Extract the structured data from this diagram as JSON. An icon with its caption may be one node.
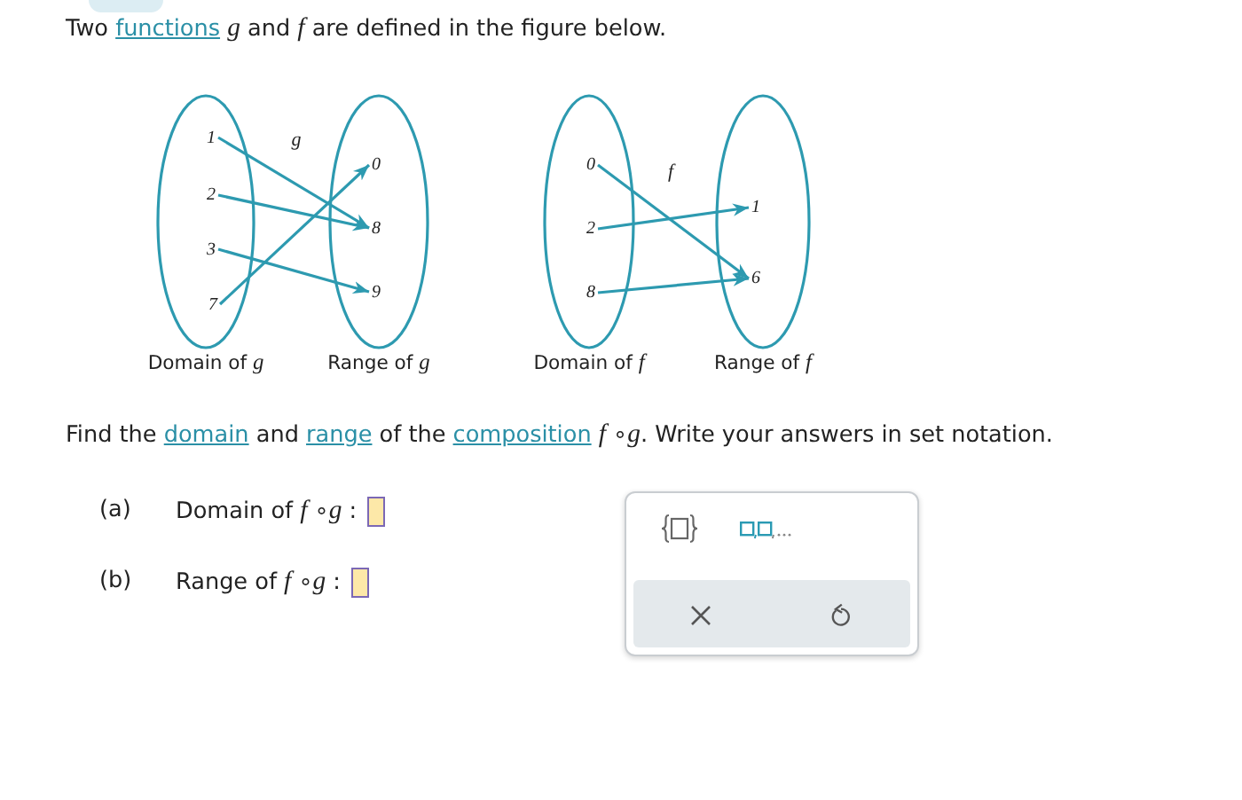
{
  "diagram": {
    "nodes": [
      {
        "text": [
          "Domain of *g*"
        ]
      },
      {
        "text": [
          "1"
        ],
        "in": 0
      },
      {
        "text": [
          "2"
        ],
        "in": 0
      },
      {
        "text": [
          "3"
        ],
        "in": 0
      },
      {
        "text": [
          "7"
        ],
        "in": 0
      },
      {
        "text": [
          "Range of *g*"
        ]
      },
      {
        "text": [
          "0"
        ],
        "in": 5
      },
      {
        "text": [
          "8"
        ],
        "in": 5
      },
      {
        "text": [
          "9"
        ],
        "in": 5
      },
      {
        "text": [
          "Domain of *f*"
        ]
      },
      {
        "text": [
          "0"
        ],
        "in": 9
      },
      {
        "text": [
          "2"
        ],
        "in": 9
      },
      {
        "text": [
          "8"
        ],
        "in": 9
      },
      {
        "text": [
          "Range of *f*"
        ]
      },
      {
        "text": [
          "1"
        ],
        "in": 13
      },
      {
        "text": [
          "6"
        ],
        "in": 13
      }
    ],
    "edges": [
      {
        "from": 1,
        "to": 7,
        "arrow": "to"
      },
      {
        "from": 2,
        "to": 7,
        "arrow": "to"
      },
      {
        "from": 3,
        "to": 8,
        "arrow": "to"
      },
      {
        "from": 4,
        "to": 6,
        "arrow": "to"
      },
      {
        "from": 10,
        "to": 15,
        "arrow": "to"
      },
      {
        "from": 11,
        "to": 14,
        "arrow": "to"
      },
      {
        "from": 12,
        "to": 15,
        "arrow": "to"
      }
    ],
    "labels": [
      "Two functions *g* and *f* are defined in the figure below.",
      "g",
      "f",
      "Find the domain and range of the composition *f* ∘*g*. Write your answers in set notation.",
      "(a)",
      "Domain of *f* ∘*g* :",
      "(b)",
      "Range of *f* ∘*g* :"
    ]
  }
}
